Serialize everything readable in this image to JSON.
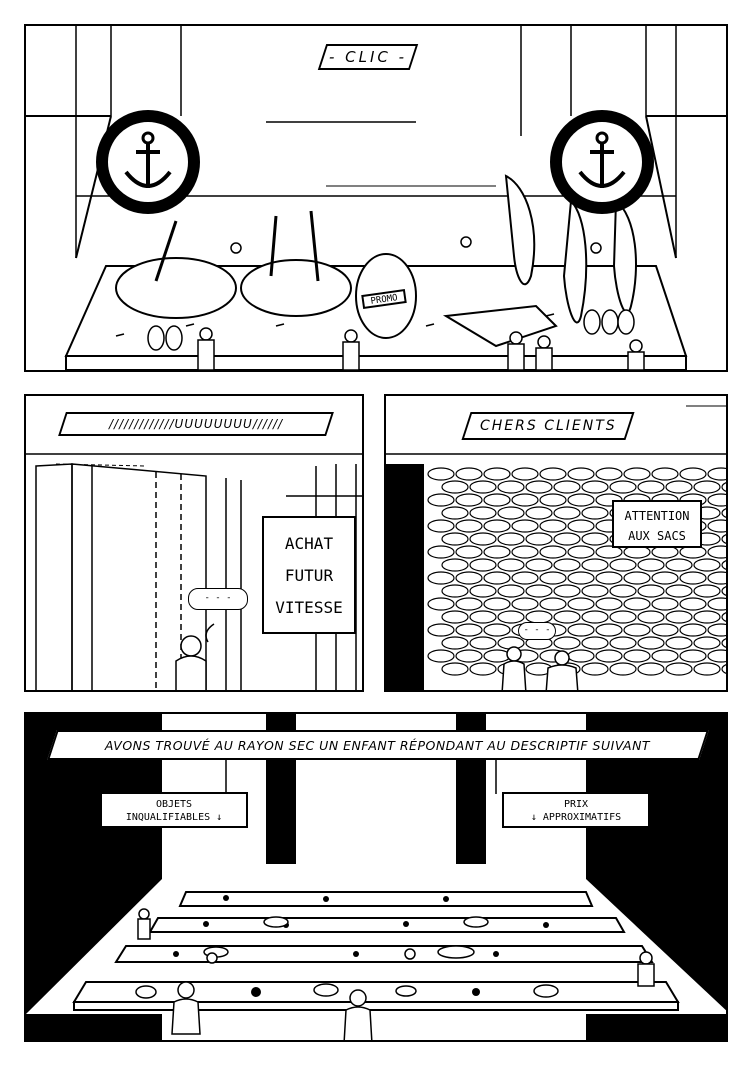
{
  "panel1": {
    "sign": "- CLIC -",
    "promo": "PROMO"
  },
  "panel2": {
    "header": "/////////////UUUUUUUU//////",
    "sign_lines": [
      "ACHAT",
      "FUTUR",
      "VITESSE"
    ],
    "bubble": "- - -"
  },
  "panel3": {
    "header": "CHERS CLIENTS",
    "sign_lines": [
      "ATTENTION",
      "AUX SACS"
    ],
    "bubble": "- - -"
  },
  "panel4": {
    "banner": "AVONS TROUVÉ AU RAYON SEC UN ENFANT RÉPONDANT AU DESCRIPTIF SUIVANT",
    "sign_left": [
      "OBJETS",
      "INQUALIFIABLES ↓"
    ],
    "sign_right": [
      "PRIX",
      "↓ APPROXIMATIFS"
    ]
  },
  "icons": [
    "anchor-icon",
    "anchor-icon"
  ]
}
